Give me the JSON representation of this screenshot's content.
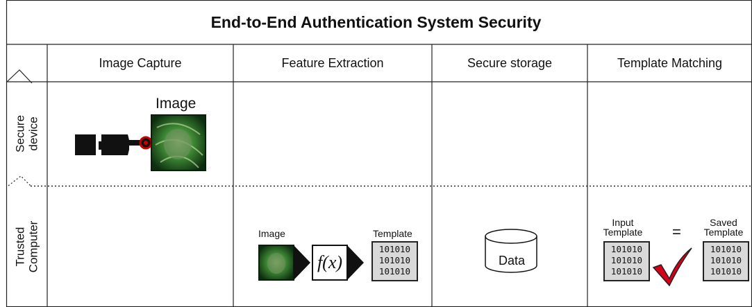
{
  "title": "End-to-End Authentication System Security",
  "columns": [
    "Image Capture",
    "Feature Extraction",
    "Secure storage",
    "Template Matching"
  ],
  "rows": [
    "Secure device",
    "Trusted Computer"
  ],
  "image_capture": {
    "image_label": "Image"
  },
  "feature_extraction": {
    "image_label": "Image",
    "function_label": "f(x)",
    "template_label": "Template",
    "binary_lines": [
      "101010",
      "101010",
      "101010"
    ]
  },
  "secure_storage": {
    "data_label": "Data"
  },
  "template_matching": {
    "input_label": "Input Template",
    "saved_label": "Saved Template",
    "equals": "=",
    "binary_lines": [
      "101010",
      "101010",
      "101010"
    ]
  }
}
